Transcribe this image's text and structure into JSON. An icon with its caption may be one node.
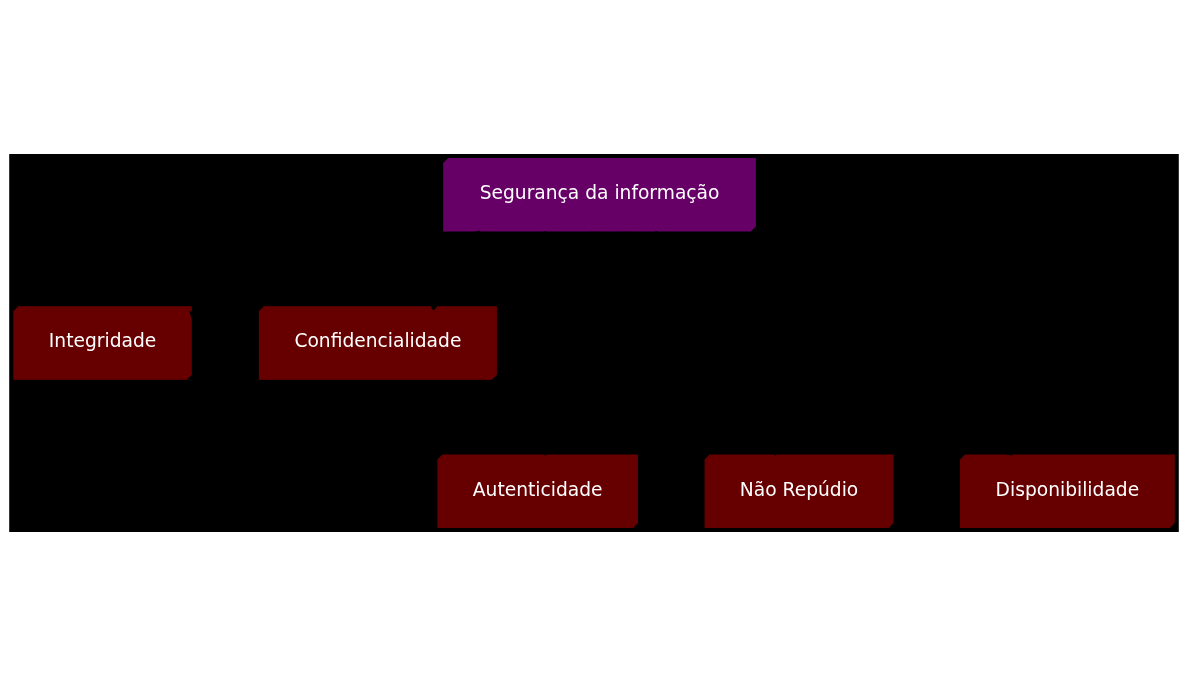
{
  "diagram": {
    "nodes": [
      {
        "text": [
          "Segurança da informação"
        ]
      },
      {
        "text": [
          "Integridade"
        ]
      },
      {
        "text": [
          "Confidencialidade"
        ]
      },
      {
        "text": [
          "Autenticidade"
        ]
      },
      {
        "text": [
          "Não Repúdio"
        ]
      },
      {
        "text": [
          "Disponibilidade"
        ]
      }
    ],
    "edges": [
      {
        "from": 0,
        "to": 1,
        "arrow": "other"
      },
      {
        "from": 0,
        "to": 2,
        "arrow": "other"
      },
      {
        "from": 0,
        "to": 3,
        "arrow": "to"
      },
      {
        "from": 0,
        "to": 4,
        "arrow": "to"
      },
      {
        "from": 0,
        "to": 5,
        "arrow": "to"
      }
    ]
  }
}
